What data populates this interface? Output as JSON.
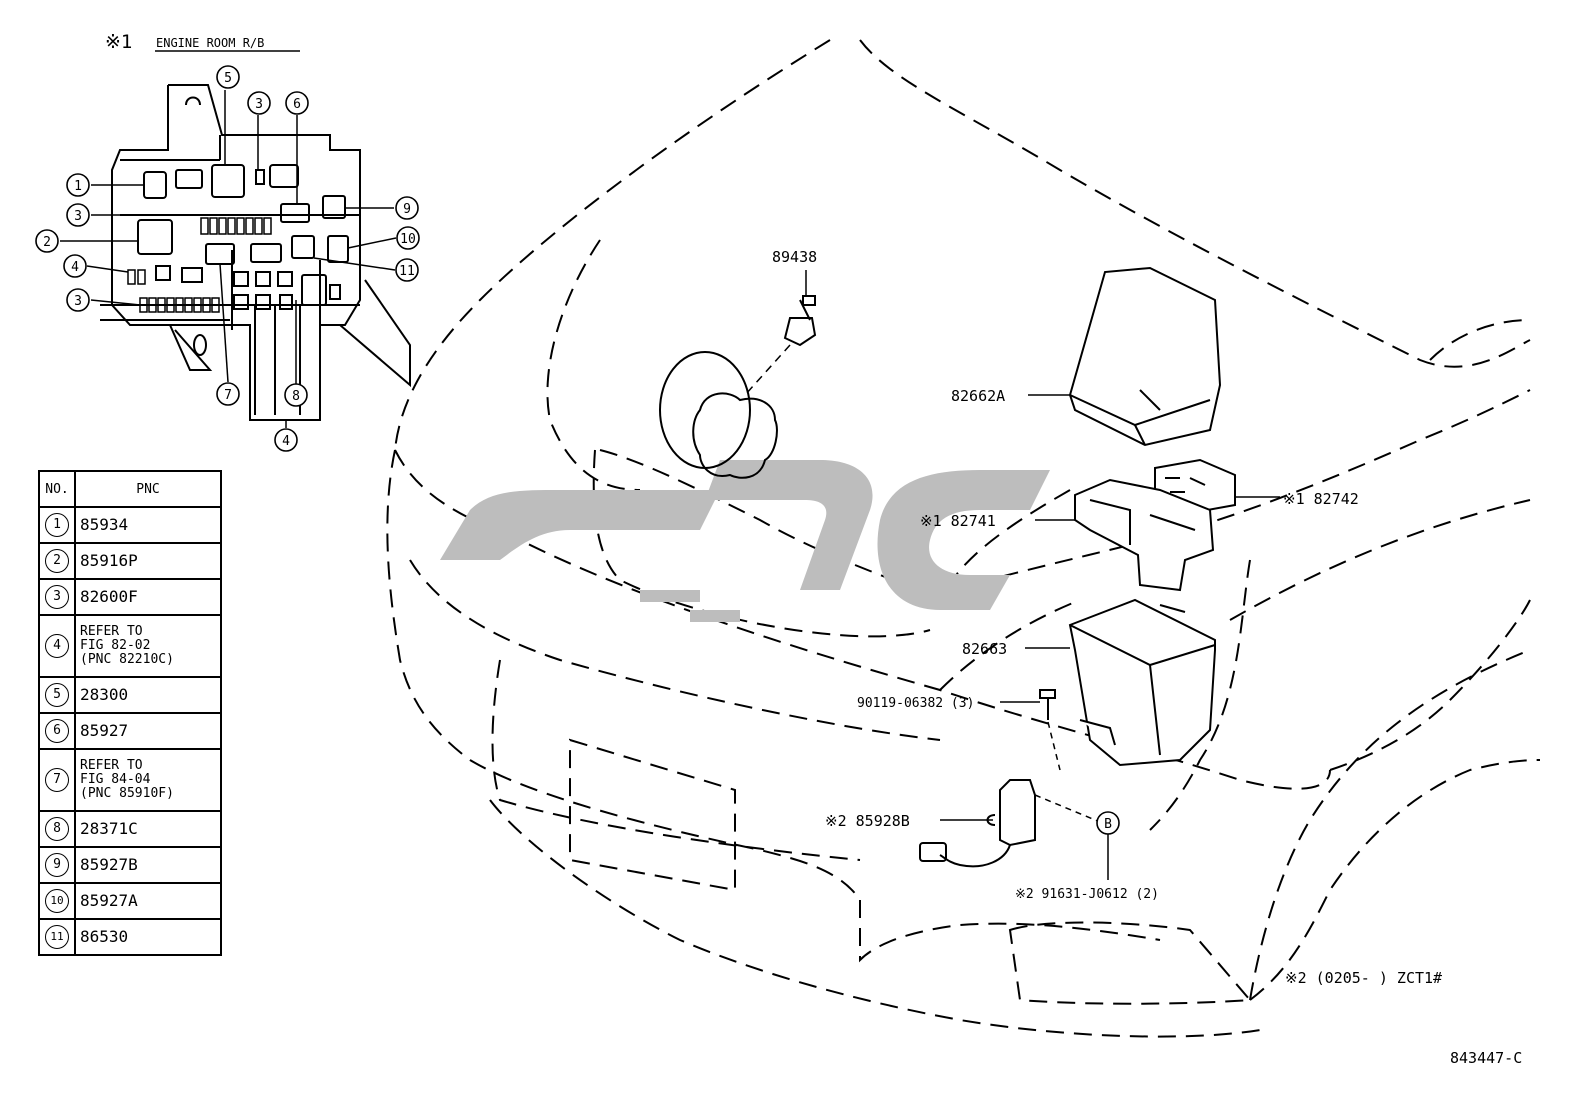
{
  "header": {
    "mark1": "※1",
    "engine_room_label": "ENGINE ROOM R/B"
  },
  "inset_callouts": [
    "5",
    "3",
    "6",
    "1",
    "3",
    "9",
    "2",
    "10",
    "4",
    "11",
    "3",
    "7",
    "8",
    "4"
  ],
  "table": {
    "col_no": "NO.",
    "col_pnc": "PNC",
    "rows": [
      {
        "no": "1",
        "pnc": "85934"
      },
      {
        "no": "2",
        "pnc": "85916P"
      },
      {
        "no": "3",
        "pnc": "82600F"
      },
      {
        "no": "4",
        "pnc": "REFER TO\nFIG 82-02\n(PNC 82210C)"
      },
      {
        "no": "5",
        "pnc": "28300"
      },
      {
        "no": "6",
        "pnc": "85927"
      },
      {
        "no": "7",
        "pnc": "REFER TO\nFIG 84-04\n(PNC 85910F)"
      },
      {
        "no": "8",
        "pnc": "28371C"
      },
      {
        "no": "9",
        "pnc": "85927B"
      },
      {
        "no": "10",
        "pnc": "85927A"
      },
      {
        "no": "11",
        "pnc": "86530"
      }
    ]
  },
  "parts": {
    "p89438": "89438",
    "p82662A": "82662A",
    "p82741": "※1  82741",
    "p82742": "※1  82742",
    "p82663": "82663",
    "p90119": "90119-06382 (3)",
    "p85928B": "※2  85928B",
    "circle_b": "B",
    "p91631": "※2  91631-J0612 (2)"
  },
  "footnote": "※2  (0205-      ) ZCT1#",
  "figure_code": "843447-C",
  "colors": {
    "line": "#000000",
    "watermark": "#bdbdbd",
    "background": "#ffffff"
  }
}
